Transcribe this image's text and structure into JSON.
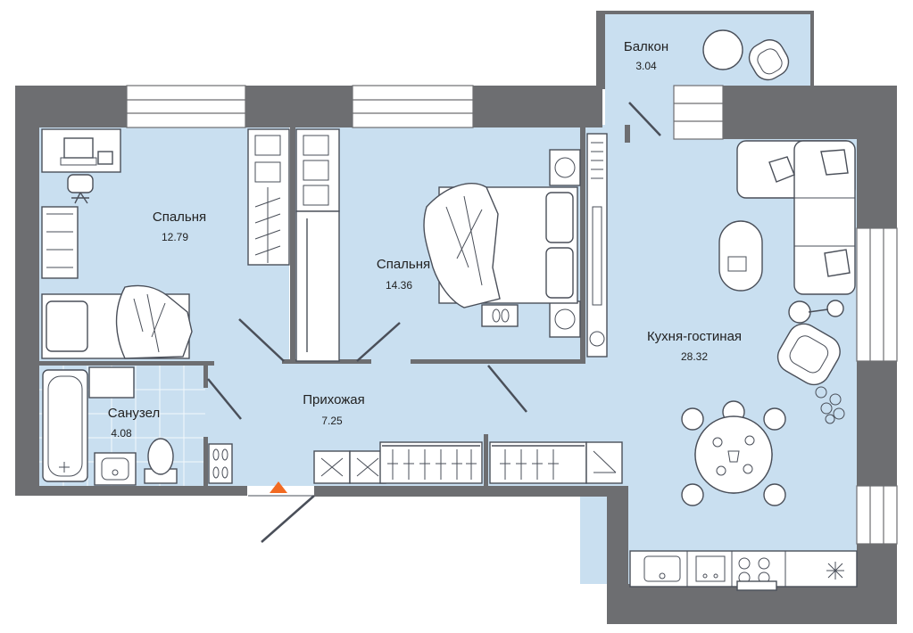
{
  "colors": {
    "floor": "#c9dff0",
    "wall": "#6d6e71",
    "window": "#ffffff",
    "furniture_stroke": "#4a4f59",
    "entrance_marker": "#f26a21"
  },
  "rooms": {
    "balcony": {
      "name": "Балкон",
      "area": "3.04"
    },
    "bedroom_1": {
      "name": "Спальня",
      "area": "12.79"
    },
    "bedroom_2": {
      "name": "Спальня",
      "area": "14.36"
    },
    "hallway": {
      "name": "Прихожая",
      "area": "7.25"
    },
    "bathroom": {
      "name": "Санузел",
      "area": "4.08"
    },
    "kitchen_living": {
      "name": "Кухня-гостиная",
      "area": "28.32"
    }
  },
  "icons": [
    "laptop-icon",
    "desk-chair-icon",
    "bed-icon",
    "wardrobe-icon",
    "bathtub-icon",
    "toilet-icon",
    "sink-icon",
    "shoes-icon",
    "sofa-icon",
    "armchair-icon",
    "floor-lamp-icon",
    "dining-table-icon",
    "stove-icon",
    "plant-icon",
    "entrance-arrow-icon"
  ]
}
